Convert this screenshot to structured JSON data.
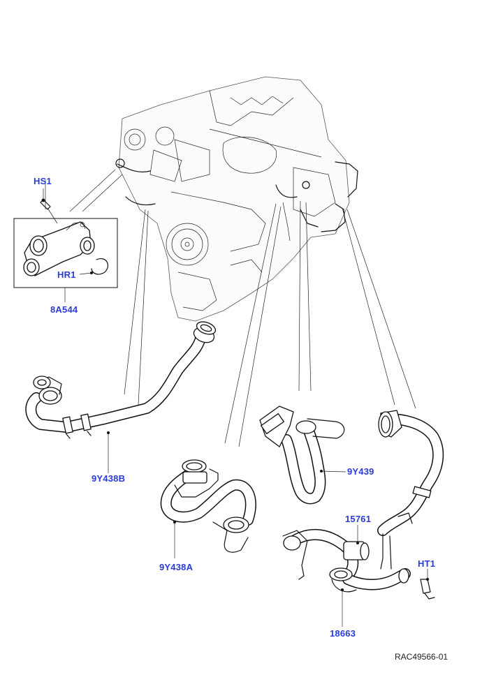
{
  "labels": {
    "hs1": "HS1",
    "hr1": "HR1",
    "p8a544": "8A544",
    "p9y438b": "9Y438B",
    "p9y438a": "9Y438A",
    "p9y439": "9Y439",
    "p15761": "15761",
    "ht1": "HT1",
    "p18663": "18663"
  },
  "reference": "RAC49566-01",
  "colors": {
    "label": "#2a3bd6",
    "line": "#111111"
  }
}
